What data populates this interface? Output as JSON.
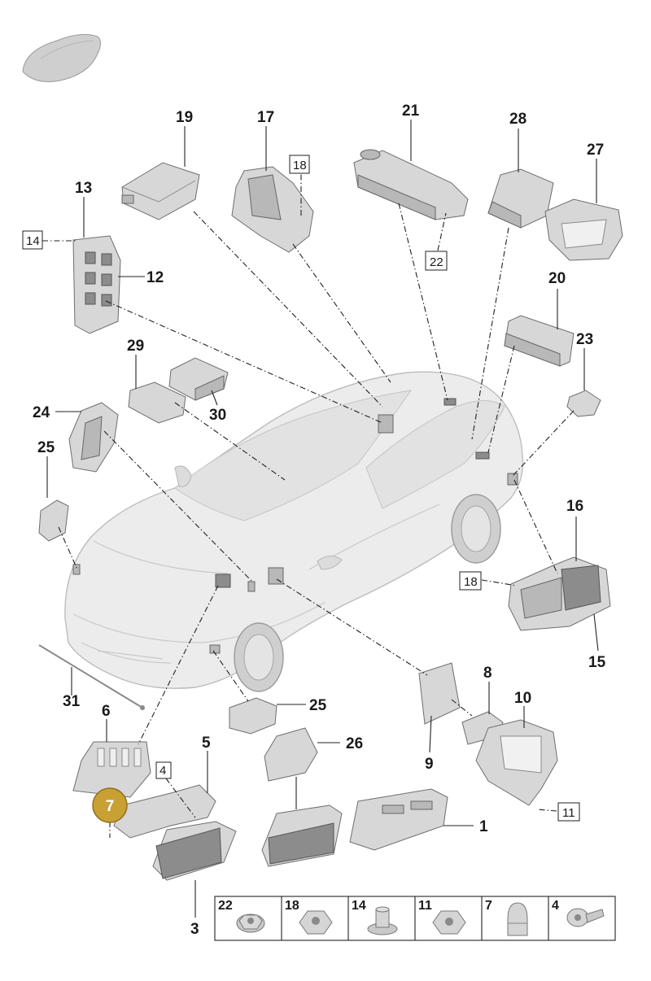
{
  "callouts": [
    "1",
    "3",
    "5",
    "6",
    "8",
    "9",
    "10",
    "12",
    "13",
    "15",
    "16",
    "17",
    "19",
    "20",
    "21",
    "23",
    "24",
    "25",
    "25",
    "26",
    "27",
    "28",
    "29",
    "30",
    "31"
  ],
  "boxed_callouts": [
    "14",
    "18",
    "22",
    "18",
    "4",
    "11"
  ],
  "highlighted_callout": "7",
  "hardware_table": {
    "cells": [
      "22",
      "18",
      "14",
      "11",
      "7",
      "4"
    ]
  },
  "colors": {
    "highlight": "#c8a034",
    "part_gray": "#d7d7d7",
    "line": "#222222"
  }
}
